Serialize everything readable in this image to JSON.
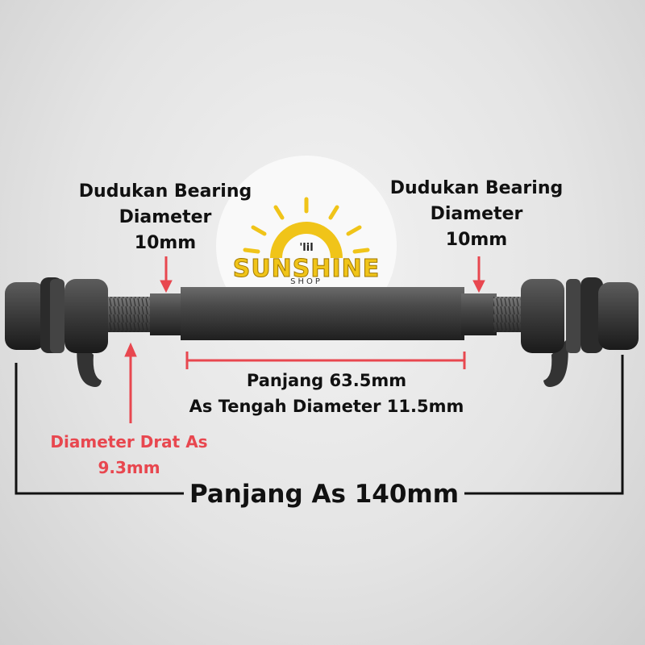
{
  "labels": {
    "left_bearing_line1": "Dudukan Bearing",
    "left_bearing_line2": "Diameter",
    "left_bearing_line3": "10mm",
    "right_bearing_line1": "Dudukan Bearing",
    "right_bearing_line2": "Diameter",
    "right_bearing_line3": "10mm",
    "middle_line1": "Panjang 63.5mm",
    "middle_line2": "As Tengah Diameter 11.5mm",
    "thread_line1": "Diameter Drat As",
    "thread_line2": "9.3mm",
    "total_length": "Panjang As 140mm"
  },
  "logo": {
    "small_text": "'lil",
    "brand": "SUNSHINE",
    "sub": "SHOP"
  },
  "colors": {
    "accent_red": "#e8474f",
    "text_black": "#111111",
    "logo_yellow": "#f0c419",
    "metal_dark": "#3a3a3a"
  }
}
